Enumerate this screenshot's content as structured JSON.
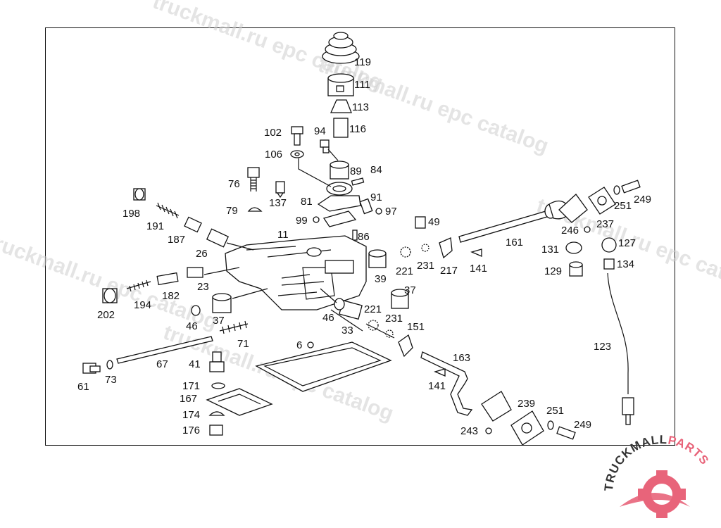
{
  "watermark": {
    "text_a": "truckmall.ru epc catalog",
    "text_b": "truckmall.ru epc catalog",
    "text_c": "truckmall.ru epc catalog",
    "text_d": "truckmall.ru epc catalog",
    "text_e": "truckmall.ru epc catalog"
  },
  "brand": {
    "name_dark": "TRUCKMALL",
    "name_accent": "PARTS",
    "accent_color": "#e8647a",
    "dark_color": "#333333"
  },
  "callouts": [
    "119",
    "111",
    "113",
    "116",
    "102",
    "94",
    "106",
    "89",
    "84",
    "76",
    "137",
    "81",
    "91",
    "79",
    "97",
    "99",
    "86",
    "198",
    "191",
    "187",
    "11",
    "26",
    "49",
    "161",
    "237",
    "246",
    "251",
    "249",
    "131",
    "127",
    "134",
    "129",
    "221",
    "231",
    "217",
    "141",
    "182",
    "23",
    "39",
    "37",
    "202",
    "194",
    "46",
    "37",
    "221",
    "231",
    "151",
    "33",
    "46",
    "71",
    "123",
    "6",
    "163",
    "41",
    "67",
    "61",
    "73",
    "171",
    "167",
    "141",
    "174",
    "176",
    "239",
    "251",
    "249",
    "243"
  ]
}
